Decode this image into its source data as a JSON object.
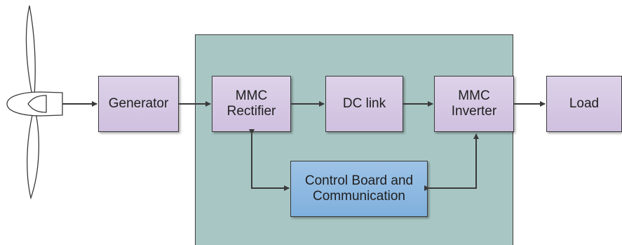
{
  "blocks": {
    "generator": "Generator",
    "mmc_rectifier": "MMC\nRectifier",
    "dc_link": "DC link",
    "mmc_inverter": "MMC\nInverter",
    "load": "Load",
    "control_board": "Control Board and\nCommunication"
  },
  "colors": {
    "block_fill": "#d6c9e5",
    "control_fill": "#8dbae2",
    "panel_fill": "#a8c7c4",
    "line": "#3a3a3a"
  }
}
